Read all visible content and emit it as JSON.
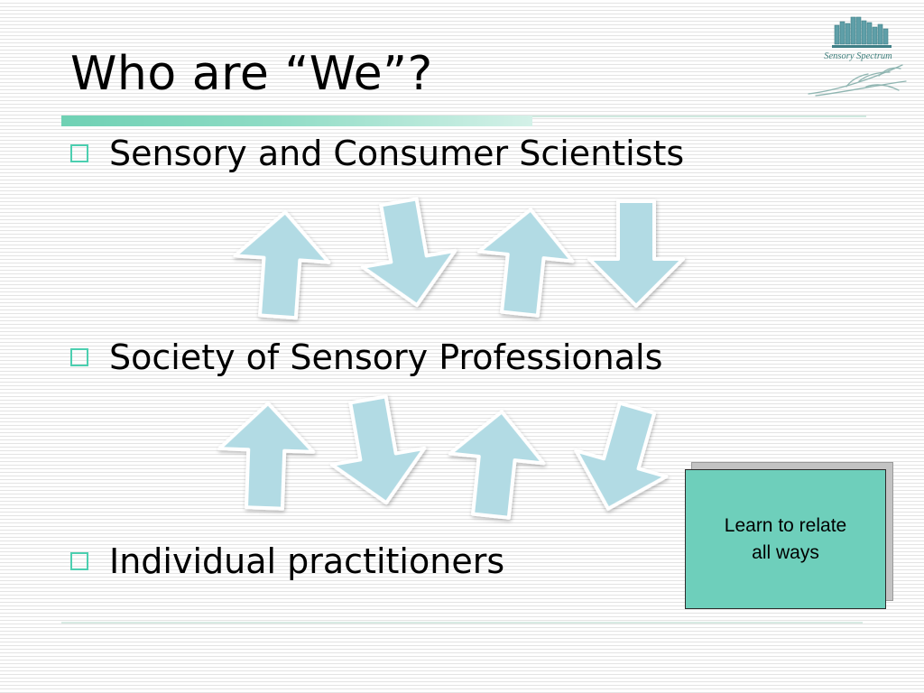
{
  "slide": {
    "title": "Who are “We”?",
    "bullets": [
      "Sensory and Consumer Scientists",
      "Society of Sensory Professionals",
      "Individual practitioners"
    ],
    "callout": "Learn to relate\n all ways",
    "logo": {
      "text": "Sensory Spectrum",
      "icon": "building-columns-icon"
    }
  },
  "colors": {
    "accent": "#6fd1b4",
    "bullet_box": "#4ccfb0",
    "arrow_fill": "#b2dbe4",
    "callout_fill": "#6ecfbb",
    "logo": "#3c7d7a"
  },
  "arrow_rows": [
    [
      {
        "direction": "up"
      },
      {
        "direction": "down"
      },
      {
        "direction": "up"
      },
      {
        "direction": "down"
      }
    ],
    [
      {
        "direction": "up"
      },
      {
        "direction": "down"
      },
      {
        "direction": "up"
      },
      {
        "direction": "down"
      }
    ]
  ]
}
